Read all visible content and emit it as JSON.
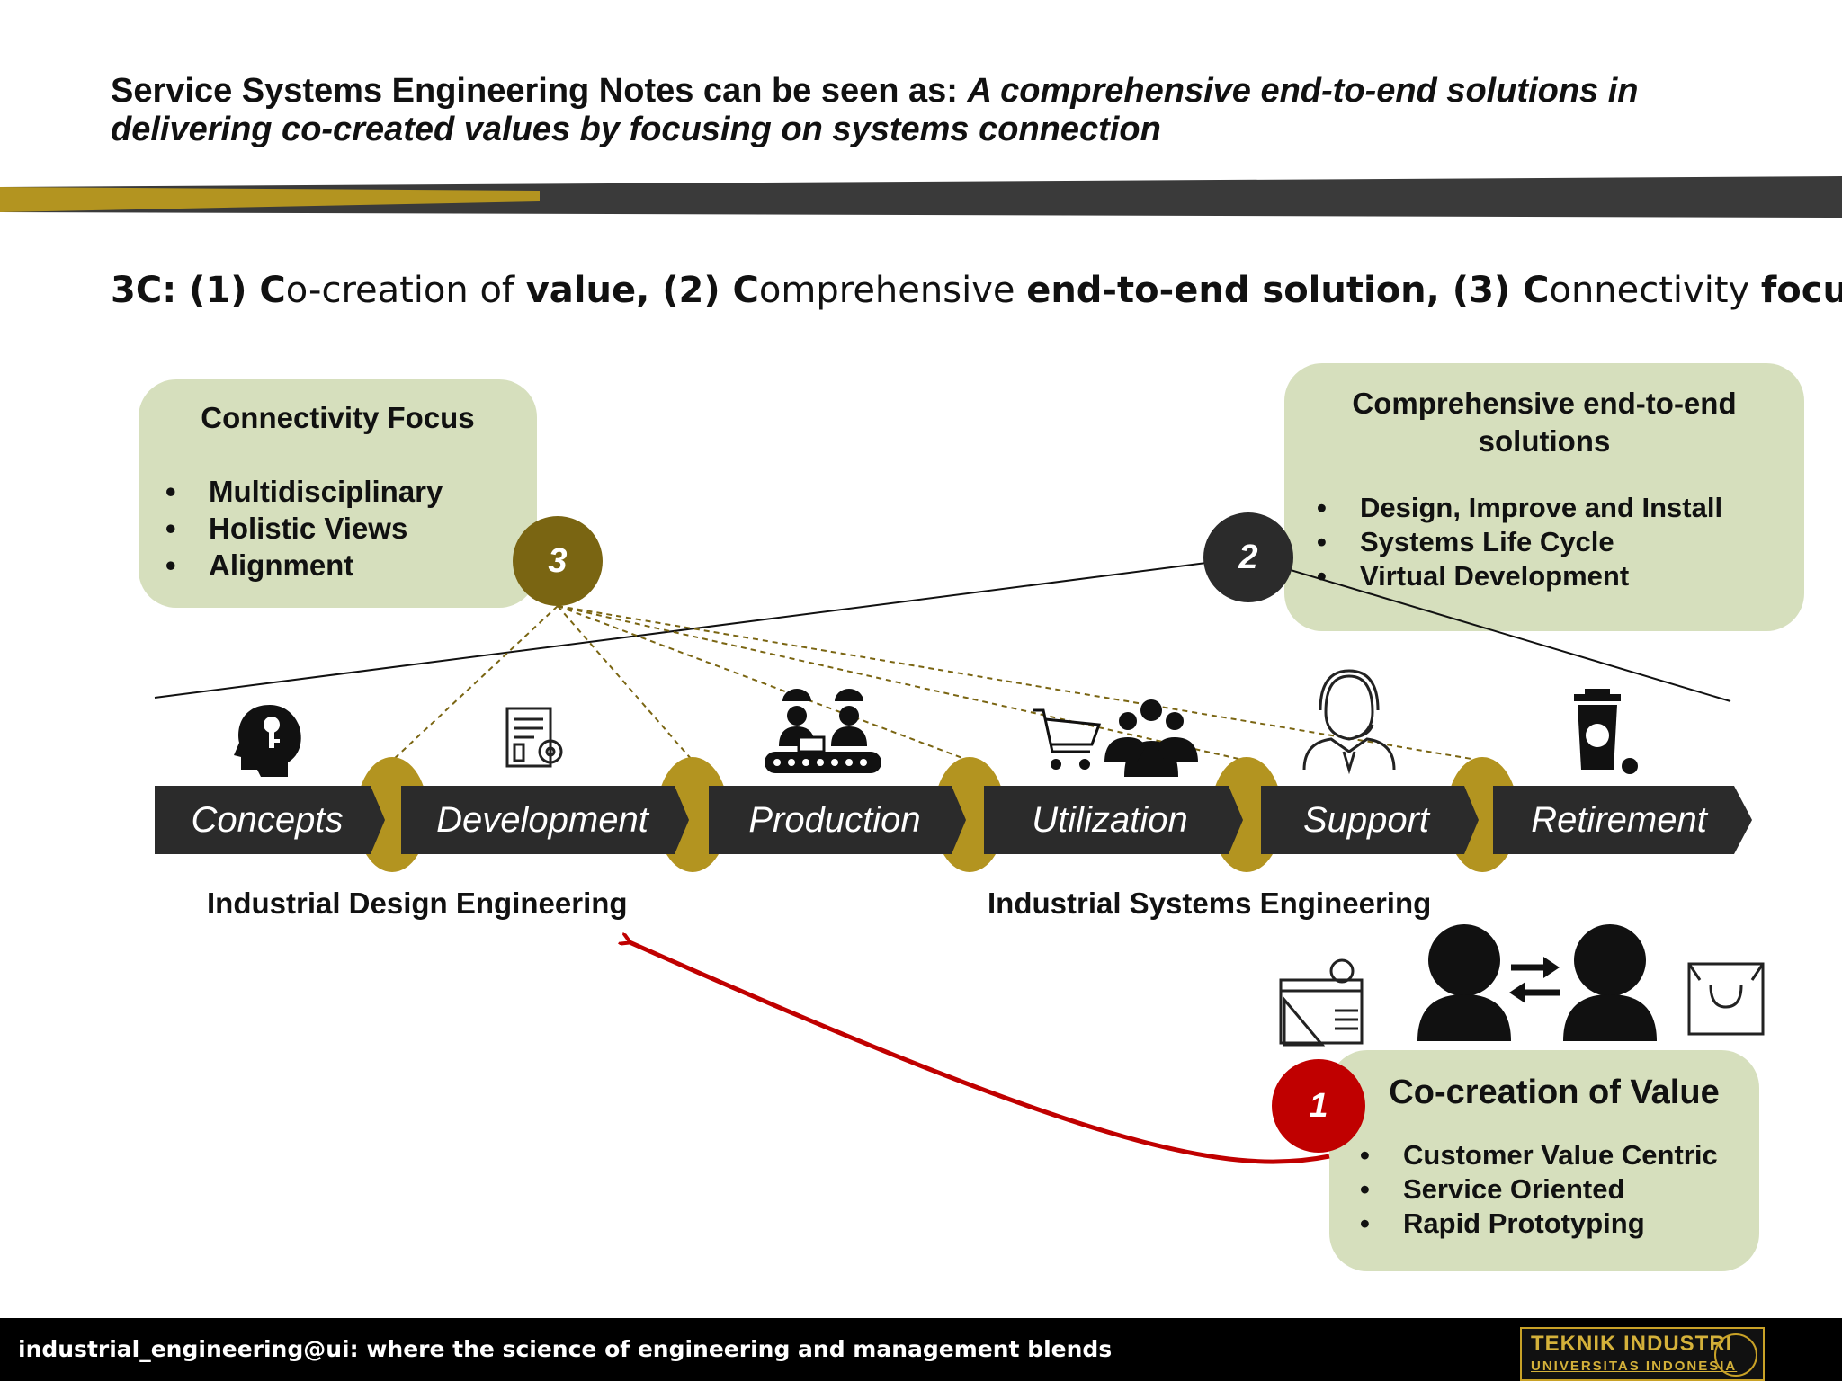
{
  "header": {
    "title_prefix": "Service Systems Engineering Notes can be seen as: ",
    "title_emphasis": "A comprehensive end-to-end solutions in delivering co-created values by focusing on systems connection"
  },
  "subtitle": {
    "p1": "3C: (1) C",
    "p2": "o-creation of ",
    "p3": "value, (2) C",
    "p4": "omprehensive ",
    "p5": "end-to-end solution, (3) C",
    "p6": "onnectivity ",
    "p7": "focus"
  },
  "connectivity_box": {
    "title": "Connectivity Focus",
    "items": [
      "Multidisciplinary",
      "Holistic Views",
      "Alignment"
    ],
    "badge": "3"
  },
  "comprehensive_box": {
    "title": "Comprehensive end-to-end solutions",
    "items": [
      "Design, Improve and Install",
      "Systems Life Cycle",
      "Virtual Development"
    ],
    "badge": "2"
  },
  "cocreation_box": {
    "title": "Co-creation of Value",
    "items": [
      "Customer Value Centric",
      "Service Oriented",
      "Rapid Prototyping"
    ],
    "badge": "1"
  },
  "lifecycle": {
    "stages": [
      "Concepts",
      "Development",
      "Production",
      "Utilization",
      "Support",
      "Retirement"
    ],
    "icons": [
      "brain-key-icon",
      "blueprint-gear-icon",
      "workers-conveyor-icon",
      "cart-people-icon",
      "support-agent-icon",
      "recycle-bin-icon"
    ],
    "group_left": "Industrial Design Engineering",
    "group_right": "Industrial Systems Engineering"
  },
  "cocreation_icons": [
    "design-tools-icon",
    "people-exchange-icon",
    "shopping-bag-icon"
  ],
  "footer": {
    "text": "industrial_engineering@ui: where the science of engineering and management blends",
    "logo_line1": "TEKNIK INDUSTRI",
    "logo_line2": "UNIVERSITAS INDONESIA"
  },
  "colors": {
    "gold": "#b39420",
    "dark_gold": "#7a6512",
    "dark": "#2b2b2b",
    "box": "#d6dfbd",
    "red": "#c00000"
  }
}
